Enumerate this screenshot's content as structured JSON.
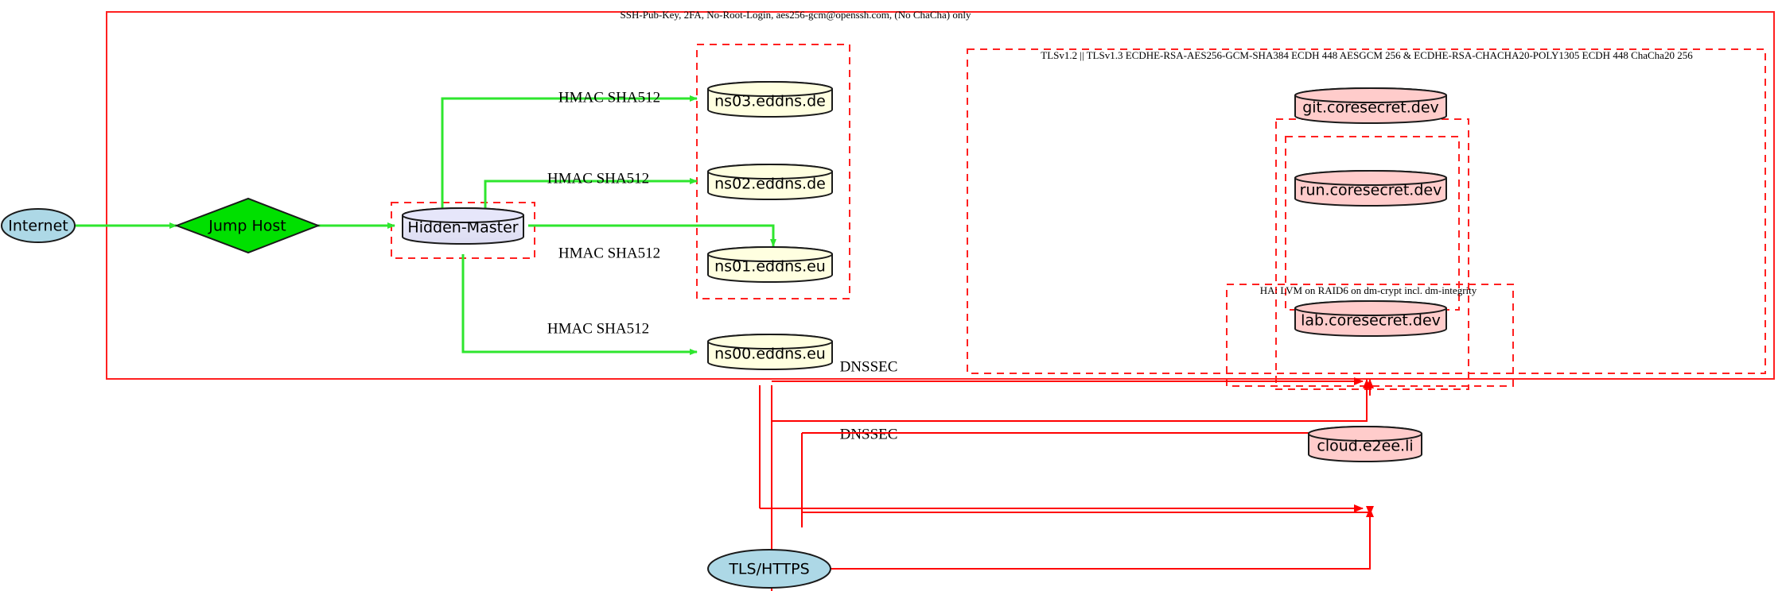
{
  "diagram": {
    "title_label": "SSH-Pub-Key, 2FA, No-Root-Login, aes256-gcm@openssh.com, (No ChaCha) only",
    "tls_label": "TLSv1.2 || TLSv1.3 ECDHE-RSA-AES256-GCM-SHA384 ECDH 448 AESGCM 256 & ECDHE-RSA-CHACHA20-POLY1305 ECDH 448 ChaCha20 256",
    "ha_label": "HA: LVM on RAID6 on dm-crypt incl. dm-integrity"
  },
  "nodes": {
    "internet": "Internet",
    "jump_host": "Jump Host",
    "hidden_master": "Hidden-Master",
    "ns03": "ns03.eddns.de",
    "ns02": "ns02.eddns.de",
    "ns01": "ns01.eddns.eu",
    "ns00": "ns00.eddns.eu",
    "git": "git.coresecret.dev",
    "run": "run.coresecret.dev",
    "lab": "lab.coresecret.dev",
    "cloud": "cloud.e2ee.li",
    "tls_https": "TLS/HTTPS"
  },
  "edges": {
    "hmac_ns03": "HMAC SHA512",
    "hmac_ns02": "HMAC SHA512",
    "hmac_ns01": "HMAC SHA512",
    "hmac_ns00": "HMAC SHA512",
    "dnssec_upper": "DNSSEC",
    "dnssec_lower": "DNSSEC"
  },
  "colors": {
    "internet_fill": "#add8e6",
    "jump_host_fill": "#00e000",
    "hidden_master_fill": "#e6e6fa",
    "dns_fill": "#ffffe0",
    "service_fill": "#ffcccb",
    "tls_fill": "#add8e6",
    "green_edge": "#2ee62e",
    "red_edge": "#ff0000",
    "cluster_stroke": "#ff2020"
  }
}
